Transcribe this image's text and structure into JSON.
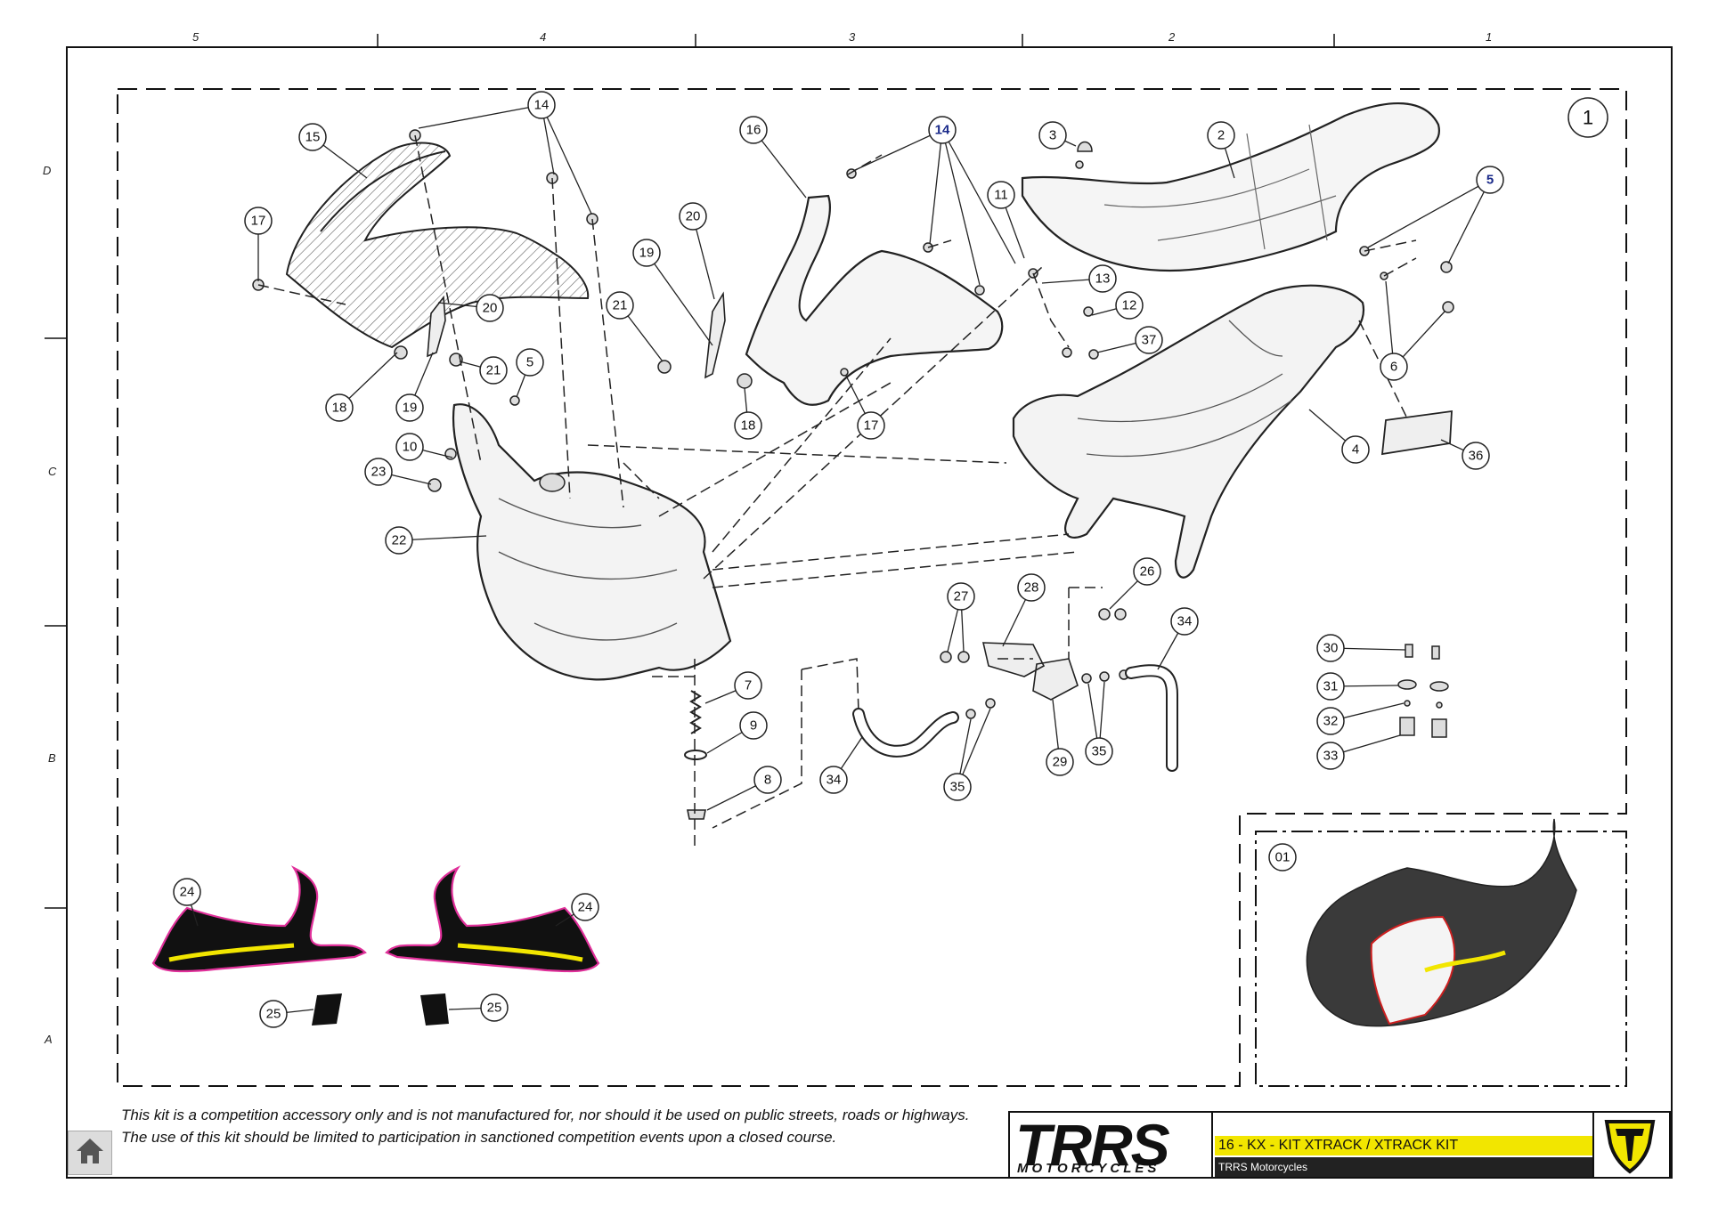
{
  "grid": {
    "columns": [
      "5",
      "4",
      "3",
      "2",
      "1"
    ],
    "rows": [
      "D",
      "C",
      "B",
      "A"
    ]
  },
  "sheet_number": "1",
  "inset_label": "01",
  "callouts": {
    "c14a": "14",
    "c15": "15",
    "c16": "16",
    "c14b": "14",
    "c3": "3",
    "c2": "2",
    "c17a": "17",
    "c20a": "20",
    "c19a": "19",
    "c11": "11",
    "c13": "13",
    "c12": "12",
    "c5a": "5",
    "c6": "6",
    "c20b": "20",
    "c21a": "21",
    "c21b": "21",
    "c5b": "5",
    "c18a": "18",
    "c19b": "19",
    "c18b": "18",
    "c17b": "17",
    "c37": "37",
    "c10": "10",
    "c23": "23",
    "c4": "4",
    "c36": "36",
    "c22": "22",
    "c26": "26",
    "c27": "27",
    "c28": "28",
    "c34a": "34",
    "c7": "7",
    "c9": "9",
    "c8": "8",
    "c34b": "34",
    "c35a": "35",
    "c29": "29",
    "c35b": "35",
    "c30": "30",
    "c31": "31",
    "c32": "32",
    "c33": "33",
    "c24a": "24",
    "c24b": "24",
    "c25a": "25",
    "c25b": "25"
  },
  "disclaimer": "This kit is a competition accessory only and is not manufactured for, nor should it be used on public streets, roads or highways. The use of this kit should be limited to participation in sanctioned competition events upon a closed course.",
  "title_block": {
    "brand": "TRRS",
    "brand_sub": "MOTORCYCLES",
    "title": "16 - KX - KIT XTRACK / XTRACK KIT",
    "company": "TRRS Motorcycles"
  },
  "colors": {
    "title_bg": "#f2e600",
    "decal_yellow": "#f2e600",
    "decal_pink": "#e0309a",
    "accent_red": "#cc1f1f",
    "callout_blue": "#1a2a8a"
  },
  "icons": {
    "home": "home-icon",
    "brand_mark": "trrs-t-logo-icon"
  }
}
